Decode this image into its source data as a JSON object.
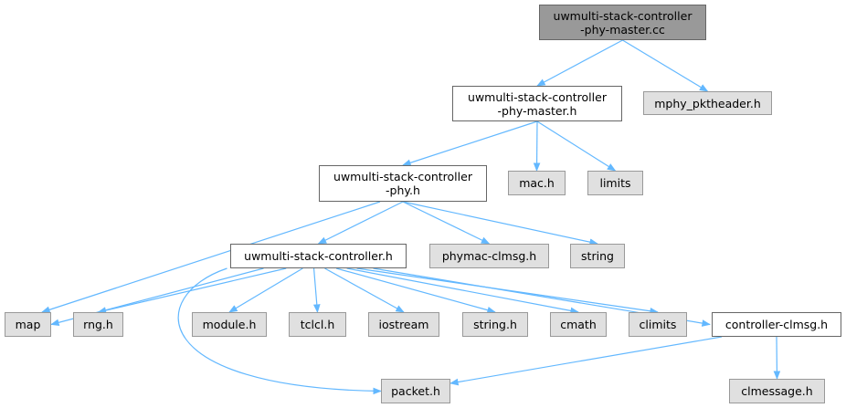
{
  "nodes": [
    {
      "id": "root",
      "kind": "root",
      "lines": [
        "uwmulti-stack-controller",
        "-phy-master.cc"
      ]
    },
    {
      "id": "master_h",
      "kind": "file",
      "lines": [
        "uwmulti-stack-controller",
        "-phy-master.h"
      ]
    },
    {
      "id": "mphy_pkt",
      "kind": "sys",
      "lines": [
        "mphy_pktheader.h"
      ]
    },
    {
      "id": "phy_h",
      "kind": "file",
      "lines": [
        "uwmulti-stack-controller",
        "-phy.h"
      ]
    },
    {
      "id": "mac_h",
      "kind": "sys",
      "lines": [
        "mac.h"
      ]
    },
    {
      "id": "limits",
      "kind": "sys",
      "lines": [
        "limits"
      ]
    },
    {
      "id": "ctrl_h",
      "kind": "file",
      "lines": [
        "uwmulti-stack-controller.h"
      ]
    },
    {
      "id": "phymac",
      "kind": "sys",
      "lines": [
        "phymac-clmsg.h"
      ]
    },
    {
      "id": "string",
      "kind": "sys",
      "lines": [
        "string"
      ]
    },
    {
      "id": "map",
      "kind": "sys",
      "lines": [
        "map"
      ]
    },
    {
      "id": "rng_h",
      "kind": "sys",
      "lines": [
        "rng.h"
      ]
    },
    {
      "id": "module_h",
      "kind": "sys",
      "lines": [
        "module.h"
      ]
    },
    {
      "id": "tclcl_h",
      "kind": "sys",
      "lines": [
        "tclcl.h"
      ]
    },
    {
      "id": "iostream",
      "kind": "sys",
      "lines": [
        "iostream"
      ]
    },
    {
      "id": "string_h",
      "kind": "sys",
      "lines": [
        "string.h"
      ]
    },
    {
      "id": "cmath",
      "kind": "sys",
      "lines": [
        "cmath"
      ]
    },
    {
      "id": "climits",
      "kind": "sys",
      "lines": [
        "climits"
      ]
    },
    {
      "id": "ctrl_clmsg",
      "kind": "file",
      "lines": [
        "controller-clmsg.h"
      ]
    },
    {
      "id": "packet_h",
      "kind": "sys",
      "lines": [
        "packet.h"
      ]
    },
    {
      "id": "clmessage",
      "kind": "sys",
      "lines": [
        "clmessage.h"
      ]
    }
  ],
  "edges": [
    [
      "root",
      "master_h"
    ],
    [
      "root",
      "mphy_pkt"
    ],
    [
      "master_h",
      "phy_h"
    ],
    [
      "master_h",
      "mac_h"
    ],
    [
      "master_h",
      "limits"
    ],
    [
      "phy_h",
      "map"
    ],
    [
      "phy_h",
      "ctrl_h"
    ],
    [
      "phy_h",
      "phymac"
    ],
    [
      "phy_h",
      "string"
    ],
    [
      "ctrl_h",
      "map"
    ],
    [
      "ctrl_h",
      "rng_h"
    ],
    [
      "ctrl_h",
      "module_h"
    ],
    [
      "ctrl_h",
      "tclcl_h"
    ],
    [
      "ctrl_h",
      "iostream"
    ],
    [
      "ctrl_h",
      "string_h"
    ],
    [
      "ctrl_h",
      "cmath"
    ],
    [
      "ctrl_h",
      "climits"
    ],
    [
      "ctrl_h",
      "ctrl_clmsg"
    ],
    [
      "ctrl_h",
      "packet_h"
    ],
    [
      "ctrl_clmsg",
      "packet_h"
    ],
    [
      "ctrl_clmsg",
      "clmessage"
    ]
  ],
  "colors": {
    "edge": "#63b8ff",
    "root_fill": "#999999",
    "file_fill": "#ffffff",
    "sys_fill": "#e0e0e0"
  }
}
